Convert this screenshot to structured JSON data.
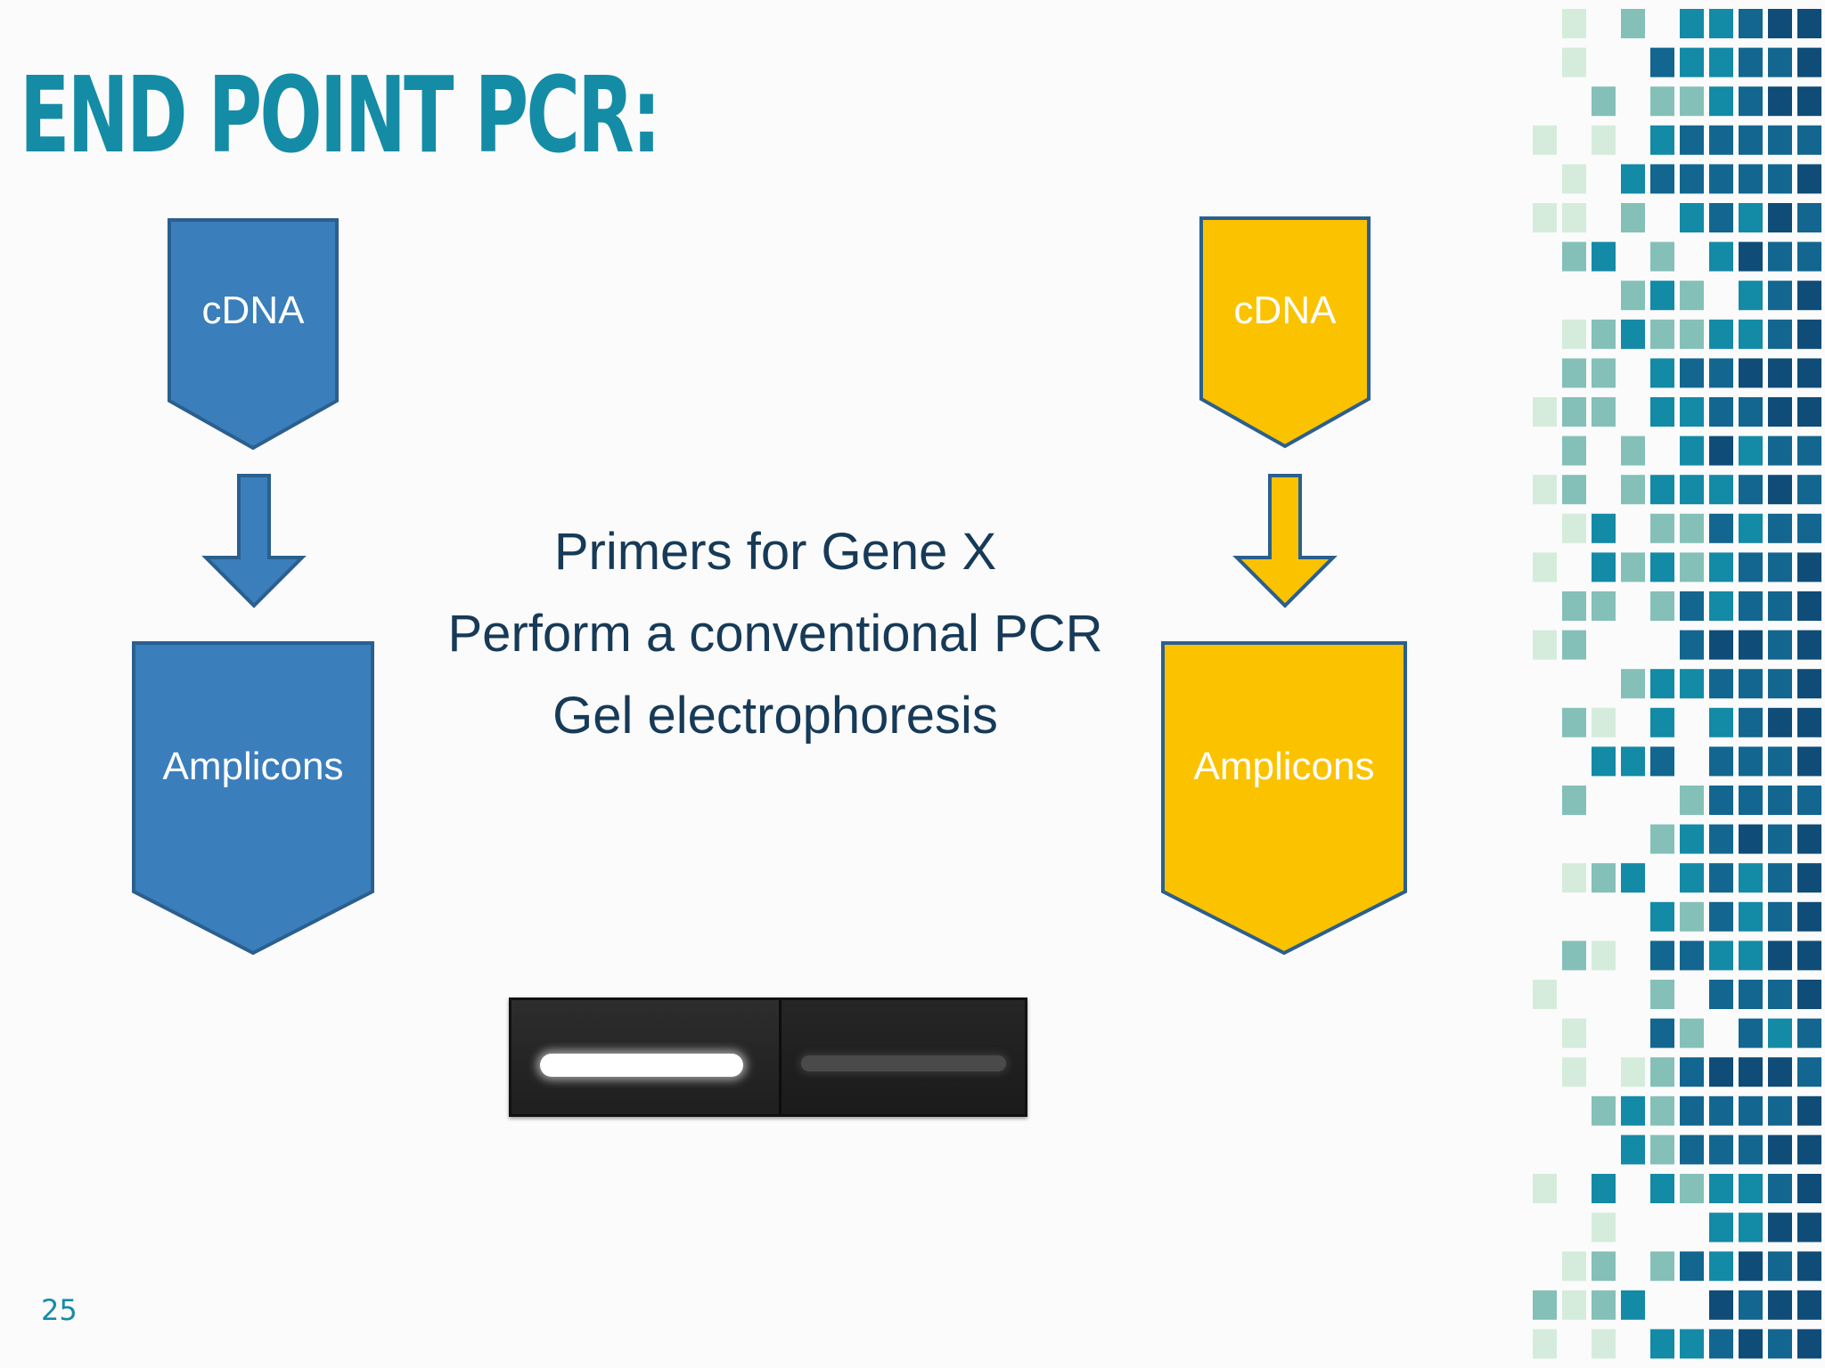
{
  "slide": {
    "title": "END POINT PCR:",
    "page_number": "25"
  },
  "left_flow": {
    "color": "#3a7ebb",
    "border": "#2b5f8e",
    "top_box": {
      "label": "cDNA"
    },
    "bottom_box": {
      "label": "Amplicons"
    }
  },
  "right_flow": {
    "color": "#fbc200",
    "border": "#2b5f8e",
    "top_box": {
      "label": "cDNA"
    },
    "bottom_box": {
      "label": "Amplicons"
    }
  },
  "steps": [
    "Primers for Gene X",
    "Perform a conventional PCR",
    "Gel electrophoresis"
  ],
  "gel": {
    "lanes": [
      {
        "band": "strong"
      },
      {
        "band": "faint"
      }
    ]
  },
  "colors": {
    "title": "#148ca6",
    "steps_text": "#163a57",
    "mosaic": [
      "#d5ecdc",
      "#84c0b8",
      "#138aa6",
      "#12668f",
      "#0f4c78"
    ]
  }
}
